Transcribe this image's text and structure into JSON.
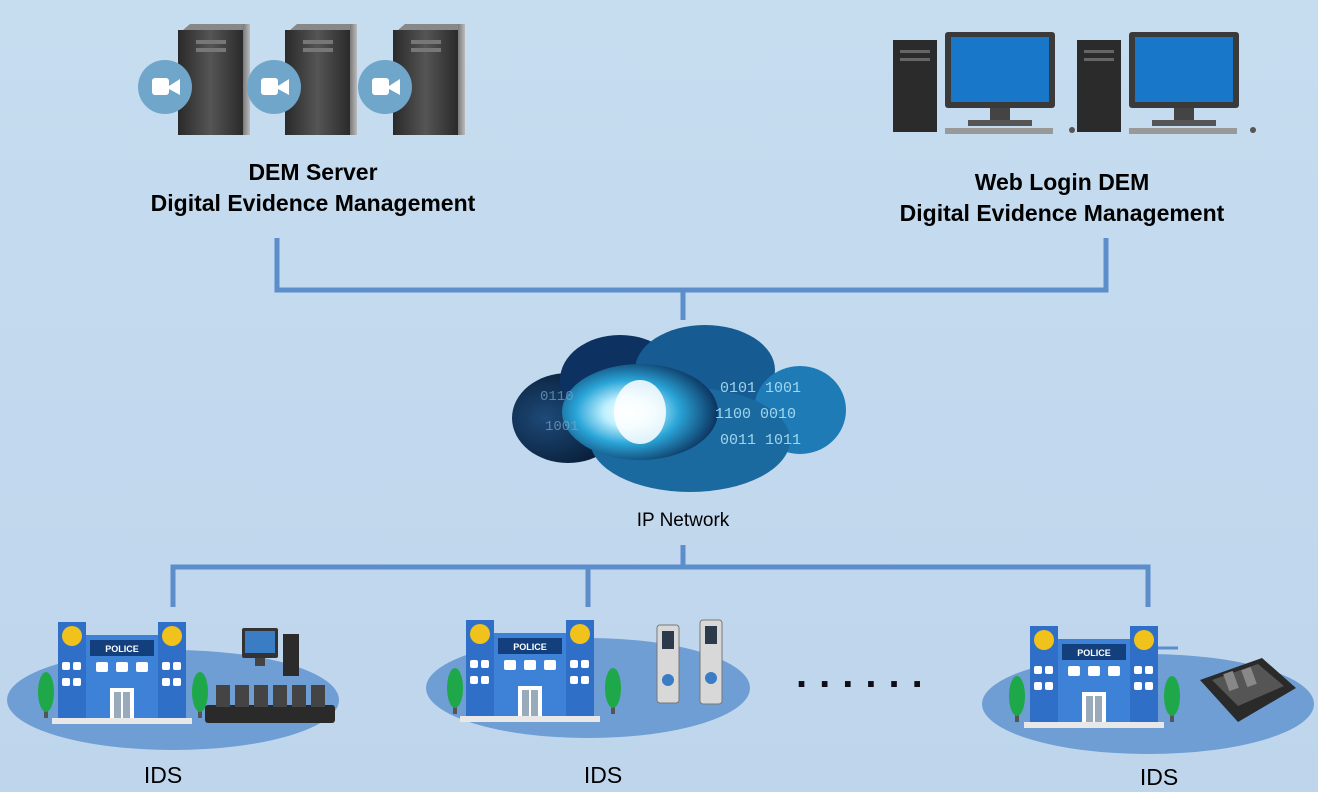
{
  "dem_server": {
    "line1": "DEM Server",
    "line2": "Digital Evidence Management"
  },
  "web_login": {
    "line1": "Web Login DEM",
    "line2": "Digital Evidence Management"
  },
  "network": {
    "label": "IP Network"
  },
  "stations": [
    {
      "label": "IDS",
      "sign": "POLICE",
      "device": "docking-station"
    },
    {
      "label": "IDS",
      "sign": "POLICE",
      "device": "kiosk"
    },
    {
      "label": "IDS",
      "sign": "POLICE",
      "device": "dock-terminal"
    }
  ],
  "ellipsis": "......",
  "colors": {
    "line": "#5b8ecb",
    "building": "#2f6fc7",
    "ellipse": "#6f9ed4",
    "monitor": "#1877c8",
    "camera_badge": "#6fa6c9"
  },
  "icons": [
    "video-camera-icon",
    "server-tower-icon",
    "desktop-computer-icon",
    "cloud-icon",
    "police-building-icon",
    "tree-icon",
    "star-badge-icon"
  ]
}
